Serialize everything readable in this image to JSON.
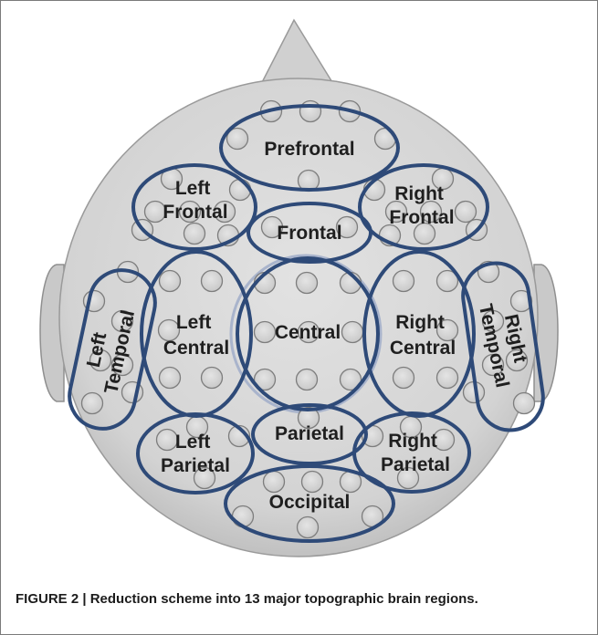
{
  "caption": "FIGURE 2 | Reduction scheme into 13 major topographic brain regions.",
  "regions": {
    "prefrontal": "Prefrontal",
    "left_frontal": [
      "Left",
      "Frontal"
    ],
    "frontal": "Frontal",
    "right_frontal": [
      "Right",
      "Frontal"
    ],
    "left_temporal": [
      "Left",
      "Temporal"
    ],
    "left_central": [
      "Left",
      "Central"
    ],
    "central": "Central",
    "right_central": [
      "Right",
      "Central"
    ],
    "right_temporal": [
      "Right",
      "Temporal"
    ],
    "left_parietal": [
      "Left",
      "Parietal"
    ],
    "parietal": "Parietal",
    "right_parietal": [
      "Right",
      "Parietal"
    ],
    "occipital": "Occipital"
  },
  "colors": {
    "head_fill": "#d9d9d9",
    "region_outline": "#2e4a78",
    "electrode_fill": "#d6d6d6",
    "electrode_stroke": "#7d7d7d"
  }
}
